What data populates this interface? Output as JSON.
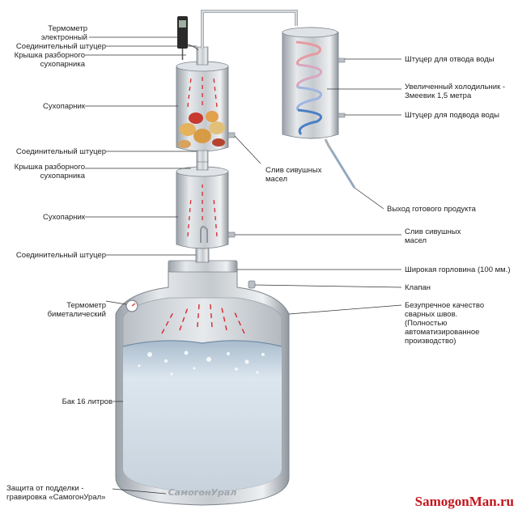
{
  "labels": {
    "thermometer_electronic": "Термометр\nэлектронный",
    "connector_1": "Соединительный штуцер",
    "lid_1": "Крышка разборного\nсухопарника",
    "dry_steamer_1": "Сухопарник",
    "connector_2": "Соединительный штуцер",
    "lid_2": "Крышка разборного\nсухопарника",
    "dry_steamer_2": "Сухопарник",
    "connector_3": "Соединительный штуцер",
    "thermometer_bimetal": "Термометр\nбиметалический",
    "tank": "Бак 16 литров",
    "engraving": "Защита от подделки -\nгравировка «СамогонУрал»",
    "water_outlet": "Штуцер для отвода воды",
    "condenser": "Увеличенный холодильник -\nЗмеевик 1,5 метра",
    "water_inlet": "Штуцер для подвода воды",
    "fusel_drain_1": "Слив сивушных\nмасел",
    "product_outlet": "Выход готового продукта",
    "fusel_drain_2": "Слив сивушных\nмасел",
    "wide_neck": "Широкая горловина (100 мм.)",
    "valve": "Клапан",
    "welds": "Безупречное качество\nсварных швов.\n(Полностью автоматизированное\nпроизводство)"
  },
  "tank_engraving": "СамогонУрал",
  "watermark": "SamogonMan.ru",
  "colors": {
    "steel": "#c9ced3",
    "steel_dark": "#8e959c",
    "water": "#dfe8f0",
    "heat_arrow": "#d8262a",
    "cold_coil": "#4a7fc4",
    "brand": "#c3151c"
  }
}
